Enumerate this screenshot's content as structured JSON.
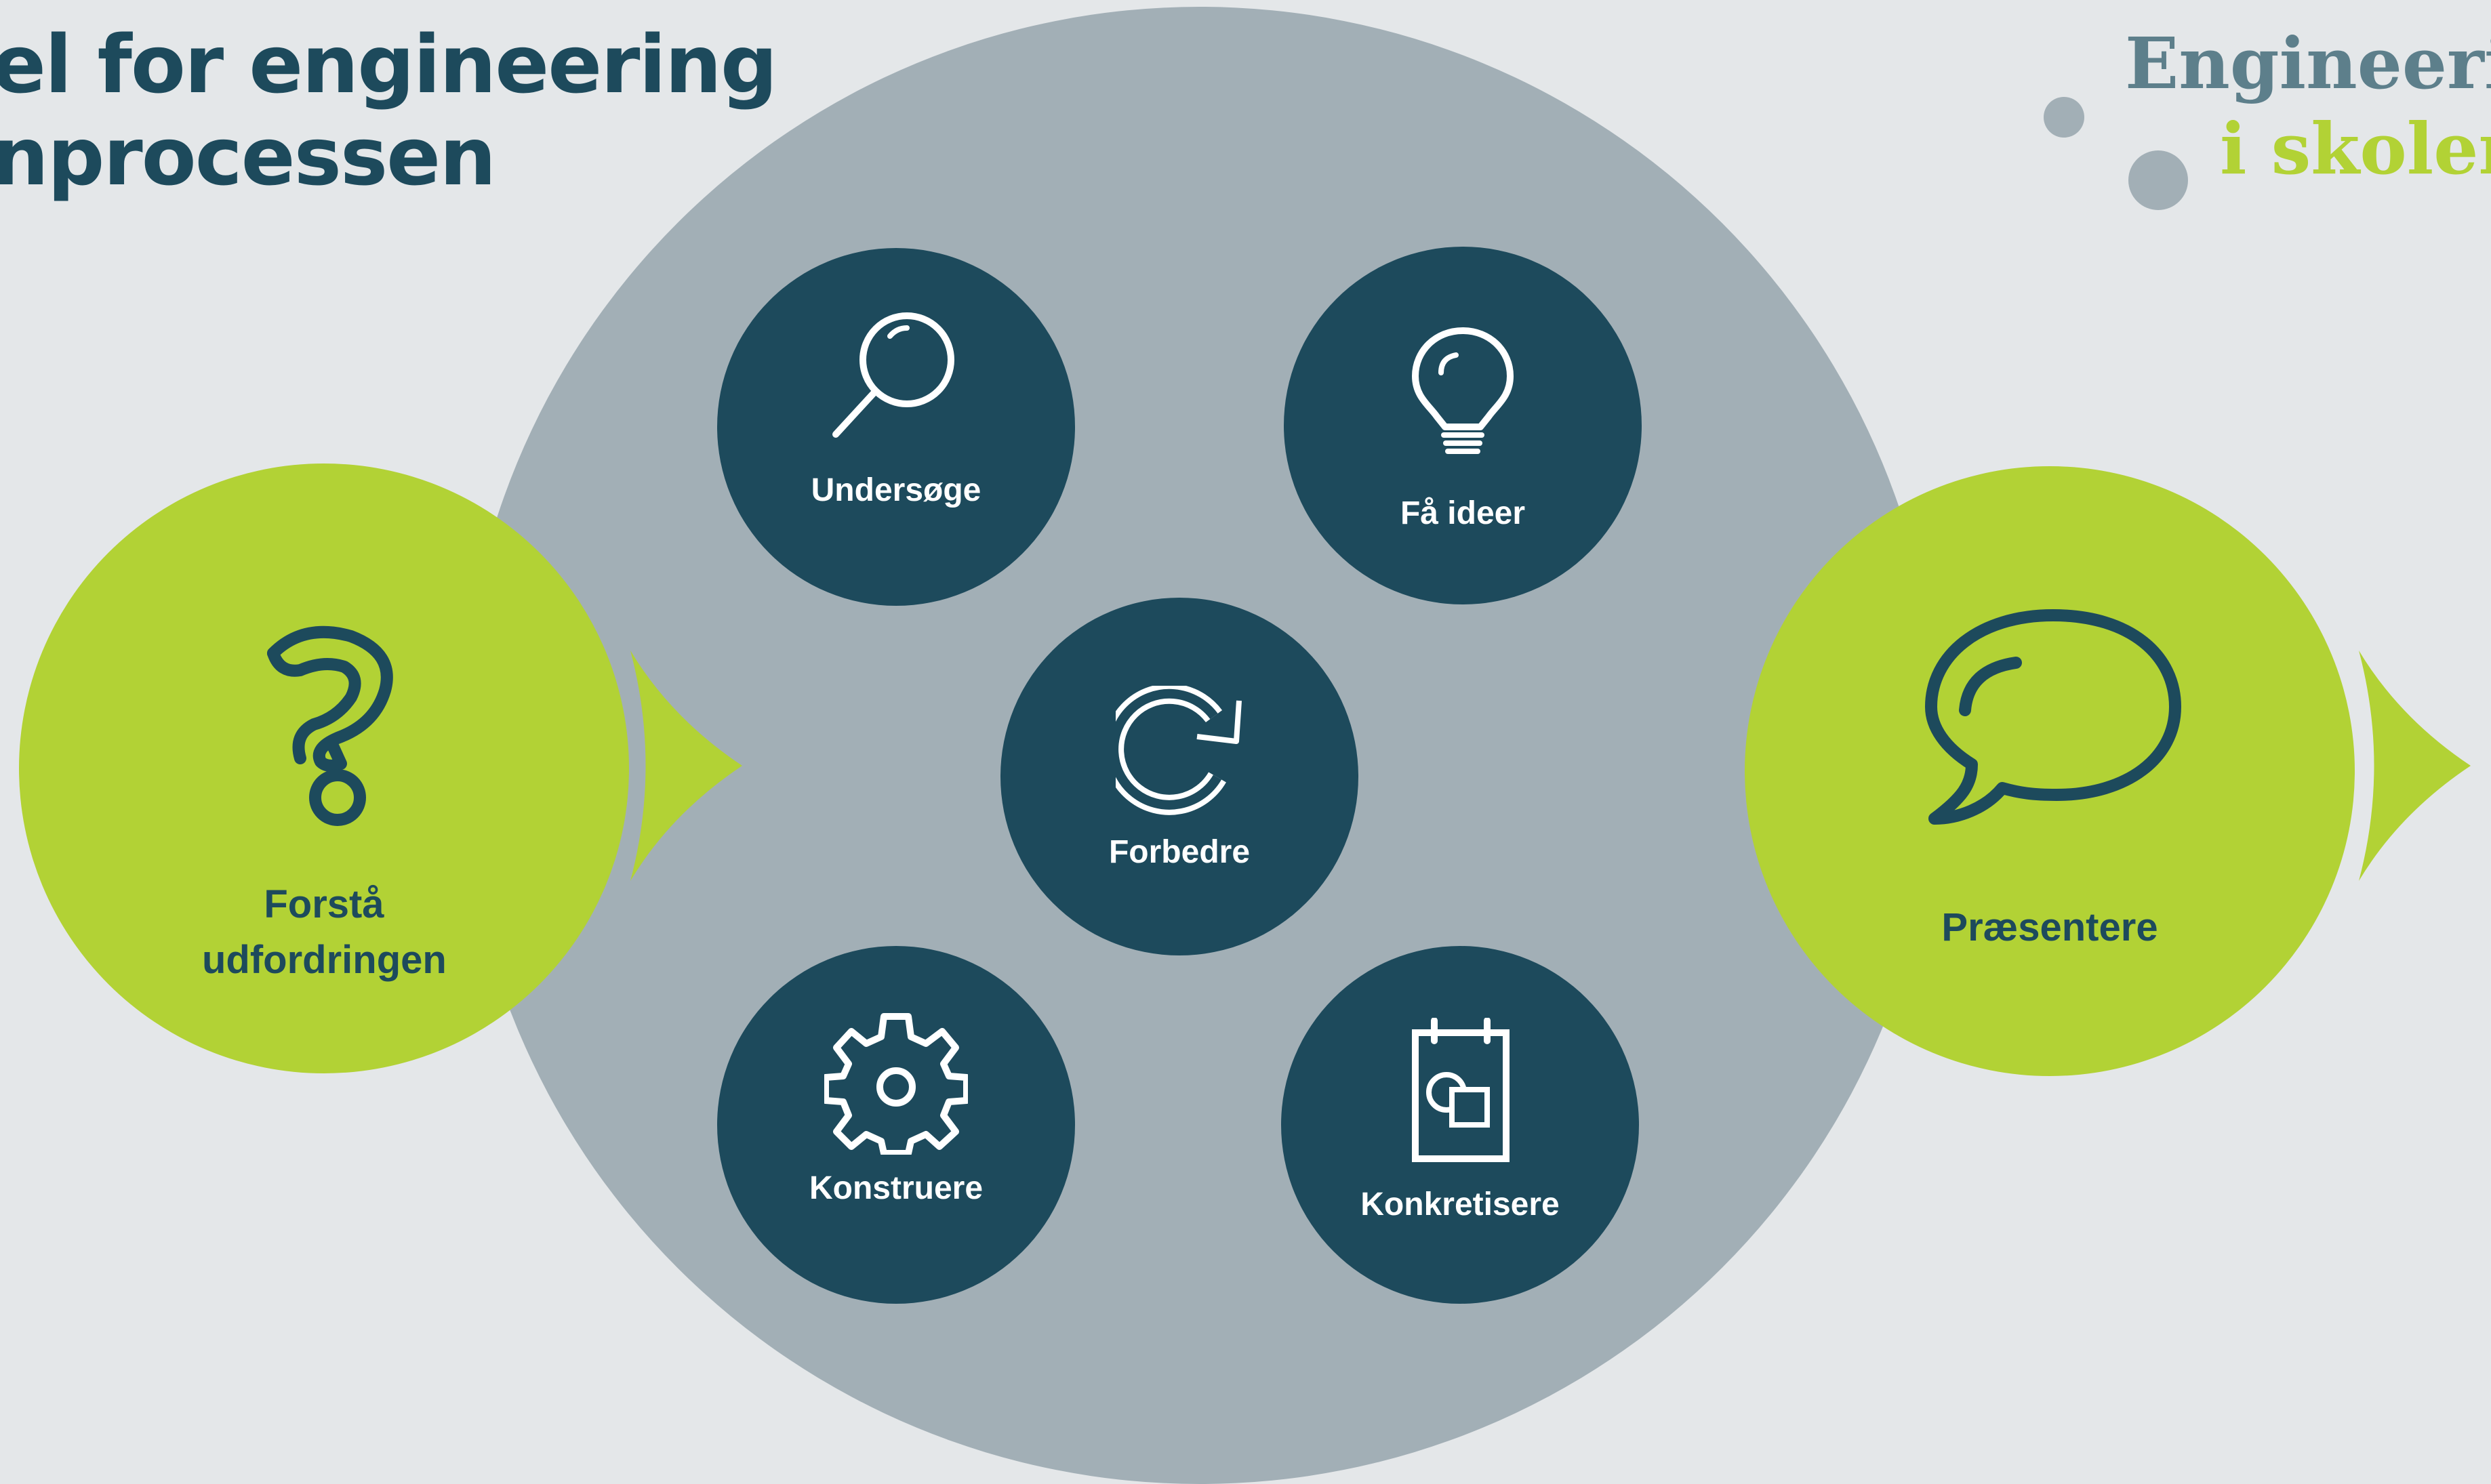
{
  "title": {
    "line1": "el for engineering",
    "line2": "nprocessen"
  },
  "logo": {
    "line1": "Engineering",
    "line2": "i skolen"
  },
  "steps": {
    "understand": "Forstå udfordringen",
    "investigate": "Undersøge",
    "ideas": "Få ideer",
    "improve": "Forbedre",
    "construct": "Konstruere",
    "concretize": "Konkretisere",
    "present": "Præsentere"
  },
  "colors": {
    "background": "#e4e7e9",
    "dark_teal": "#1d4a5c",
    "lime_green": "#b2d235",
    "grey": "#a2afb6",
    "logo_teal": "#5d7f8b"
  },
  "icons": {
    "understand": "question-mark-icon",
    "investigate": "magnifying-glass-icon",
    "ideas": "light-bulb-icon",
    "improve": "refresh-arrow-icon",
    "construct": "gear-icon",
    "concretize": "sketch-notepad-icon",
    "present": "speech-bubble-icon"
  }
}
